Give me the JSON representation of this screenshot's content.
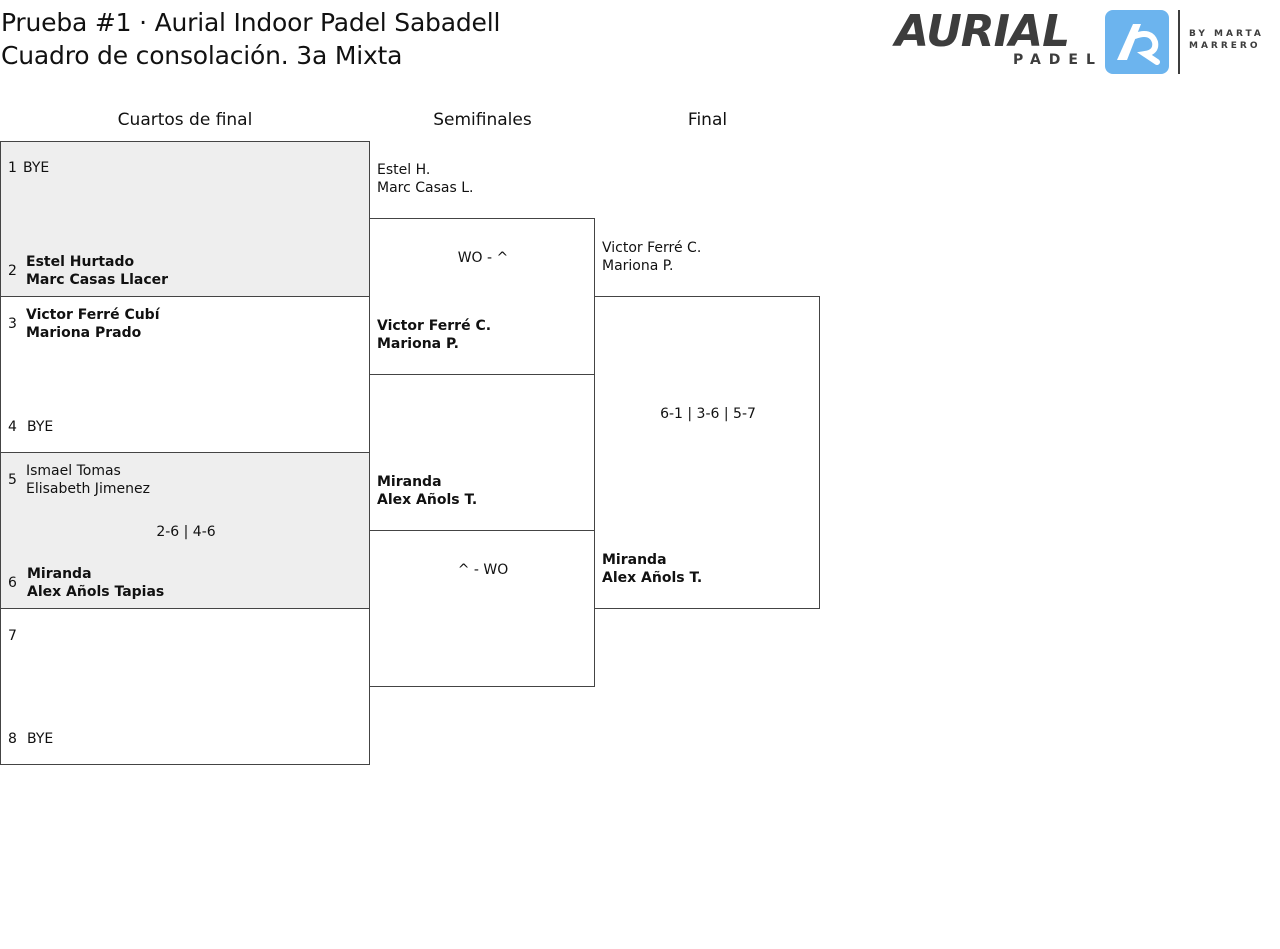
{
  "header": {
    "title_line1": "Prueba #1 · Aurial Indoor Padel Sabadell",
    "title_line2": "Cuadro de consolación. 3a Mixta"
  },
  "logo": {
    "word": "AURIAL",
    "sub": "PADEL",
    "by_line1": "BY  MARTA",
    "by_line2": "MARRERO",
    "accent": "#6cb4ee",
    "dark": "#3d3d3d"
  },
  "rounds": {
    "r1": "Cuartos de final",
    "r2": "Semifinales",
    "r3": "Final"
  },
  "quarterfinals": [
    {
      "seed1": "1",
      "p1a": "BYE",
      "p1b": "",
      "seed2": "2",
      "p2a": "Estel Hurtado",
      "p2b": "Marc Casas Llacer",
      "score": ""
    },
    {
      "seed1": "3",
      "p1a": "Victor Ferré Cubí",
      "p1b": "Mariona Prado",
      "seed2": "4",
      "p2a": "BYE",
      "p2b": "",
      "score": ""
    },
    {
      "seed1": "5",
      "p1a": "Ismael Tomas",
      "p1b": "Elisabeth Jimenez",
      "seed2": "6",
      "p2a": "Miranda",
      "p2b": "Alex Añols Tapias",
      "score": "2-6 | 4-6"
    },
    {
      "seed1": "7",
      "p1a": "",
      "p1b": "",
      "seed2": "8",
      "p2a": "BYE",
      "p2b": "",
      "score": ""
    }
  ],
  "semifinals": [
    {
      "p1a": "Estel H.",
      "p1b": "Marc Casas L.",
      "p2a": "Victor Ferré C.",
      "p2b": "Mariona P.",
      "score": "WO - ^"
    },
    {
      "p1a": "Miranda",
      "p1b": "Alex Añols T.",
      "p2a": "",
      "p2b": "",
      "score": "^ - WO"
    }
  ],
  "final": {
    "p1a": "Victor Ferré C.",
    "p1b": "Mariona P.",
    "p2a": "Miranda",
    "p2b": "Alex Añols T.",
    "score": "6-1 | 3-6 | 5-7"
  }
}
